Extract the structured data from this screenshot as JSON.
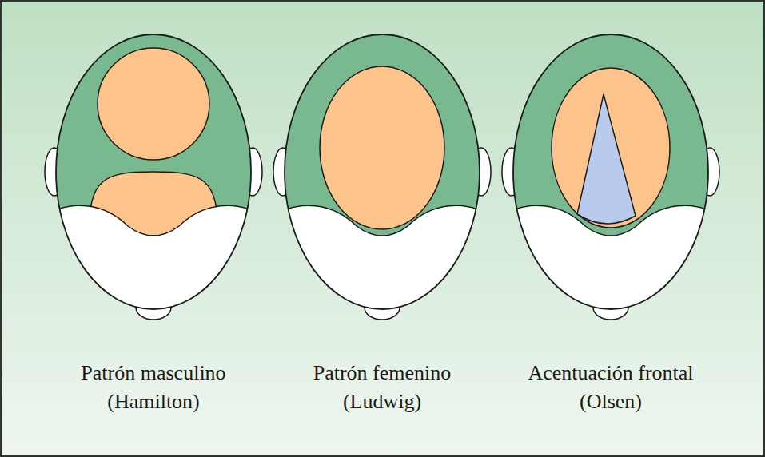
{
  "diagram": {
    "labels": [
      "Patrón masculino",
      "(Hamilton)",
      "Patrón femenino",
      "(Ludwig)",
      "Acentuación frontal",
      "(Olsen)"
    ]
  }
}
